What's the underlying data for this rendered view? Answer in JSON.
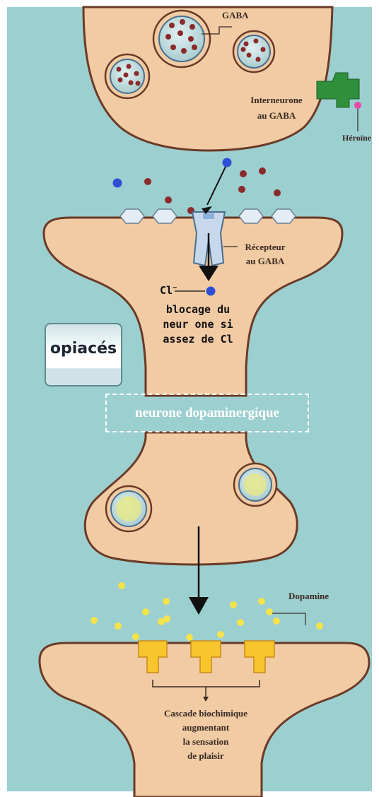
{
  "labels": {
    "gaba": "GABA",
    "interneurone_line1": "Interneurone",
    "interneurone_line2": "au GABA",
    "heroine": "Héroïne",
    "recepteur_line1": "Récepteur",
    "recepteur_line2": "au GABA",
    "cl": "Cl",
    "cl_sup": "−",
    "blocage_line1": "blocage du",
    "blocage_line2": "neur one si",
    "blocage_line3": "assez de Cl",
    "opiaces": "opiacés",
    "neurone_dopaminergique": "neurone dopaminergique",
    "dopamine": "Dopamine",
    "cascade_line1": "Cascade biochimique",
    "cascade_line2": "augmentant",
    "cascade_line3": "la sensation",
    "cascade_line4": "de plaisir"
  },
  "colors": {
    "background": "#9ccfd0",
    "membrane": "#f1cba4",
    "membrane_outline": "#6b3a26",
    "gaba_molecule": "#8b2a2a",
    "chloride_ion": "#2f4fd6",
    "heroin_stem": "#2f8f3a",
    "heroin_dot": "#e64aa8",
    "dopamine": "#f5e34a",
    "dopamine_receptor": "#f7c62d",
    "gaba_receptor": "#c8d8ec"
  }
}
